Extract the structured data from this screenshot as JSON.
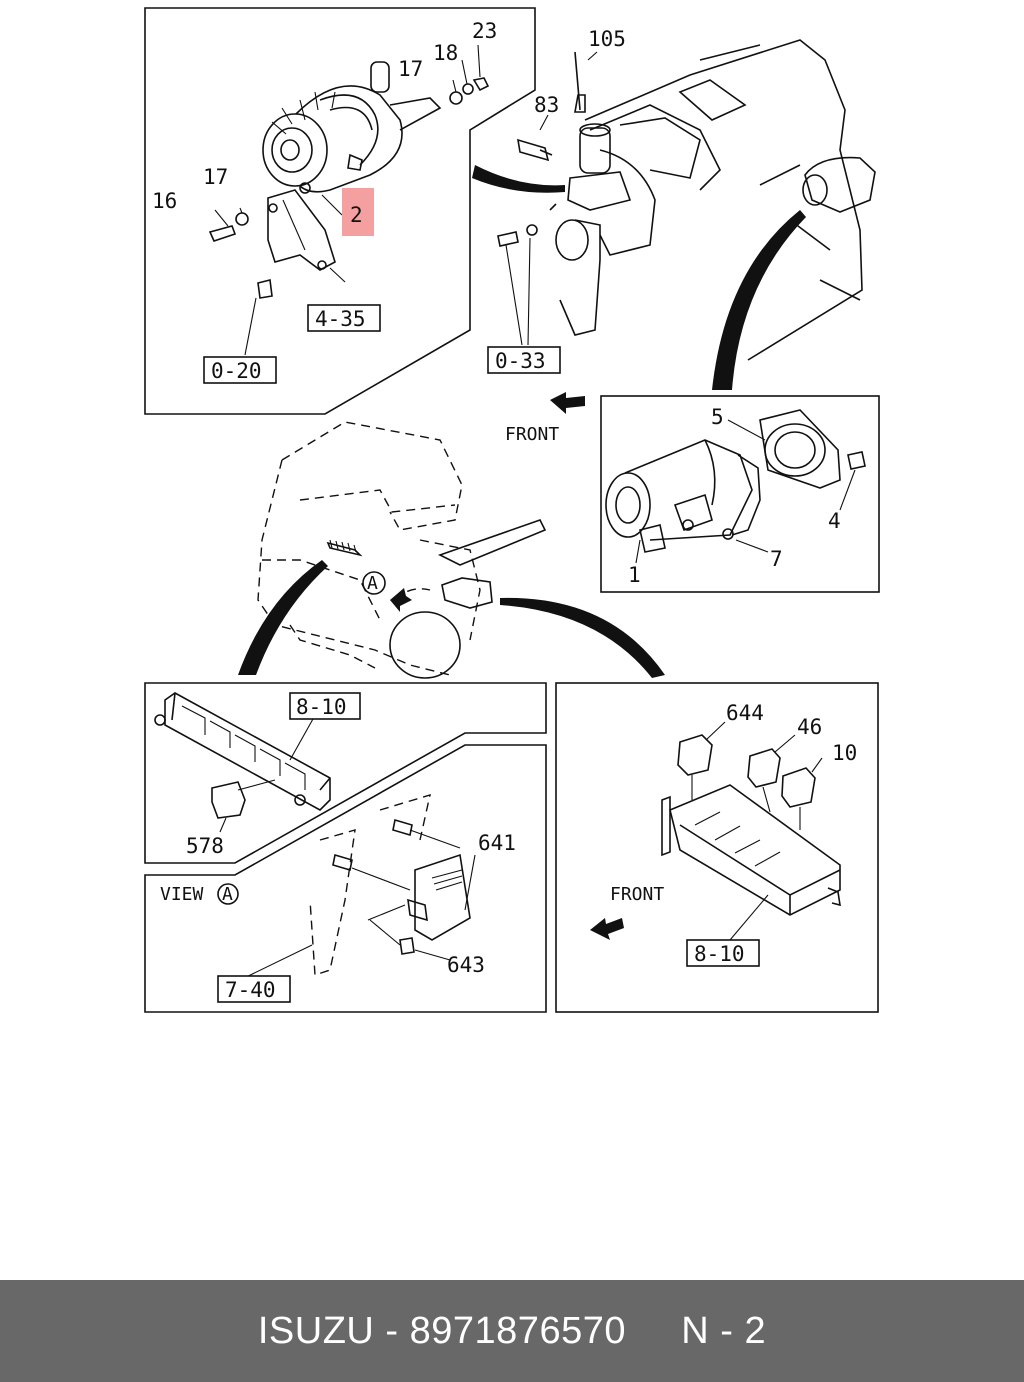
{
  "callouts": {
    "c23": "23",
    "c105": "105",
    "c18": "18",
    "c17a": "17",
    "c83": "83",
    "c17b": "17",
    "c16": "16",
    "c2": "2",
    "ref_4_35": "4-35",
    "ref_0_20": "0-20",
    "ref_0_33": "0-33",
    "front_top": "FRONT",
    "c5": "5",
    "c4": "4",
    "c7": "7",
    "c1": "1",
    "ref_8_10_left": "8-10",
    "c578": "578",
    "view_a": "VIEW",
    "view_a_letter": "A",
    "view_marker": "A",
    "c641": "641",
    "c643": "643",
    "ref_7_40": "7-40",
    "c644": "644",
    "c46": "46",
    "c10": "10",
    "front_bottom": "FRONT",
    "ref_8_10_right": "8-10"
  },
  "highlight_color": "#f4a0a0",
  "footer": {
    "brand": "ISUZU",
    "separator": "-",
    "part_number": "8971876570",
    "page": "N - 2"
  }
}
